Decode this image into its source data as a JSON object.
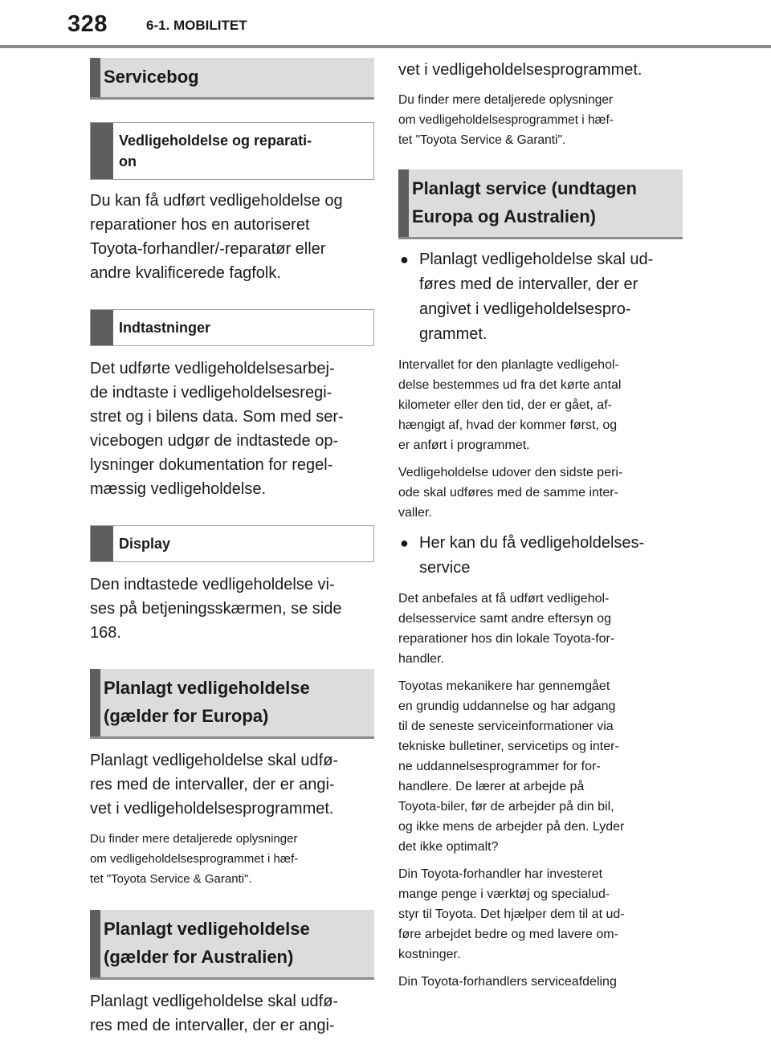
{
  "header": {
    "page_number": "328",
    "section": "6-1. MOBILITET"
  },
  "left": {
    "h_servicebog": "Servicebog",
    "h_vedligeholdelse": "Vedligeholdelse og reparati-\non",
    "p_vedligeholdelse": "Du kan få udført vedligeholdelse og\nreparationer hos en autoriseret\nToyota-forhandler/-reparatør eller\nandre kvalificerede fagfolk.",
    "h_indtastninger": "Indtastninger",
    "p_indtastninger": "Det udførte vedligeholdelsesarbej-\nde indtaste i vedligeholdelsesregi-\nstret og i bilens data. Som med ser-\nvicebogen udgør de indtastede op-\nlysninger dokumentation for regel-\nmæssig vedligeholdelse.",
    "h_display": "Display",
    "p_display": "Den indtastede vedligeholdelse vi-\nses på betjeningsskærmen, se side\n168.",
    "h_europa": "Planlagt vedligeholdelse\n(gælder for Europa)",
    "p_europa": "Planlagt vedligeholdelse skal udfø-\nres med de intervaller, der er angi-\nvet i vedligeholdelsesprogrammet.",
    "p_europa_small": "Du finder mere detaljerede oplysninger\nom vedligeholdelsesprogrammet i hæf-\ntet \"Toyota Service & Garanti\".",
    "h_australien": "Planlagt vedligeholdelse\n(gælder for Australien)",
    "p_australien": "Planlagt vedligeholdelse skal udfø-\nres med de intervaller, der er angi-"
  },
  "right": {
    "p_continued": "vet i vedligeholdelsesprogrammet.",
    "p_continued_small": "Du finder mere detaljerede oplysninger\nom vedligeholdelsesprogrammet i hæf-\ntet \"Toyota Service & Garanti\".",
    "h_undtagen": "Planlagt service (undtagen\nEuropa og Australien)",
    "bullet_1": "Planlagt vedligeholdelse skal ud-\nføres med de intervaller, der er\nangivet i vedligeholdelsespro-\ngrammet.",
    "p_interval": "Intervallet for den planlagte vedligehol-\ndelse bestemmes ud fra det kørte antal\nkilometer eller den tid, der er gået, af-\nhængigt af, hvad der kommer først, og\ner anført i programmet.",
    "p_udover": "Vedligeholdelse udover den sidste peri-\node skal udføres med de samme inter-\nvaller.",
    "bullet_2": "Her kan du få vedligeholdelses-\nservice",
    "p_anbefales": "Det anbefales at få udført vedligehol-\ndelsesservice samt andre eftersyn og\nreparationer hos din lokale Toyota-for-\nhandler.",
    "p_mekanikere": "Toyotas mekanikere har gennemgået\nen grundig uddannelse og har adgang\ntil de seneste serviceinformationer via\ntekniske bulletiner, servicetips og inter-\nne uddannelsesprogrammer for for-\nhandlere. De lærer at arbejde på\nToyota-biler, før de arbejder på din bil,\nog ikke mens de arbejder på den. Lyder\ndet ikke optimalt?",
    "p_investeret": "Din Toyota-forhandler har investeret\nmange penge i værktøj og specialud-\nstyr til Toyota. Det hjælper dem til at ud-\nføre arbejdet bedre og med lavere om-\nkostninger.",
    "p_serviceafdeling": "Din Toyota-forhandlers serviceafdeling",
    "bullet_glyph": "●"
  }
}
